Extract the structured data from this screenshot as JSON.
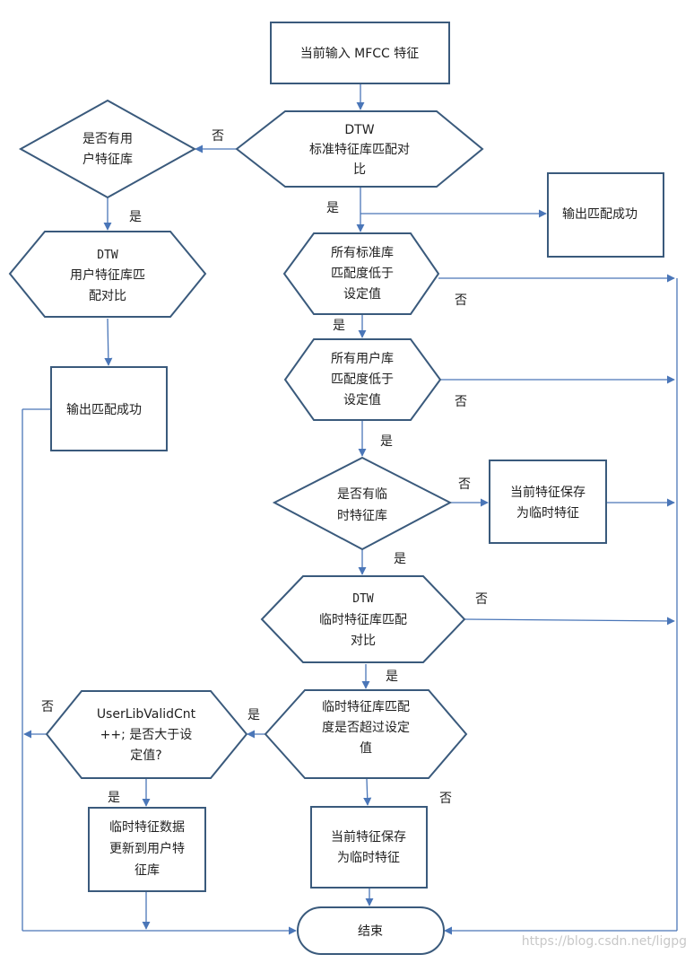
{
  "nodes": {
    "start": [
      "当前输入 MFCC 特征"
    ],
    "dtw_std": [
      "DTW",
      "标准特征库匹配对",
      "比"
    ],
    "has_user_lib": [
      "是否有用",
      "户特征库"
    ],
    "dtw_user": [
      "DTW",
      "用户特征库匹",
      "配对比"
    ],
    "output_left": [
      "输出匹配成功"
    ],
    "output_top": [
      "输出匹配成功"
    ],
    "all_std_low": [
      "所有标准库",
      "匹配度低于",
      "设定值"
    ],
    "all_user_low": [
      "所有用户库",
      "匹配度低于",
      "设定值"
    ],
    "has_temp_lib": [
      "是否有临",
      "时特征库"
    ],
    "save_temp_1": [
      "当前特征保存",
      "为临时特征"
    ],
    "dtw_temp": [
      "DTW",
      "临时特征库匹配",
      "对比"
    ],
    "temp_exceed": [
      "临时特征库匹配",
      "度是否超过设定",
      "值"
    ],
    "cnt_check": [
      "UserLibValidCnt",
      "++; 是否大于设",
      "定值?"
    ],
    "update_user": [
      "临时特征数据",
      "更新到用户特",
      "征库"
    ],
    "save_temp_2": [
      "当前特征保存",
      "为临时特征"
    ],
    "end": [
      "结束"
    ]
  },
  "labels": {
    "no_1": "否",
    "yes_1": "是",
    "yes_2": "是",
    "no_2": "否",
    "yes_3": "是",
    "no_3": "否",
    "yes_4": "是",
    "no_4": "否",
    "yes_5": "是",
    "no_5": "否",
    "yes_6": "是",
    "yes_7": "是",
    "no_6": "否",
    "no_7": "否",
    "yes_8": "是"
  },
  "watermark": "https://blog.csdn.net/ligpg"
}
